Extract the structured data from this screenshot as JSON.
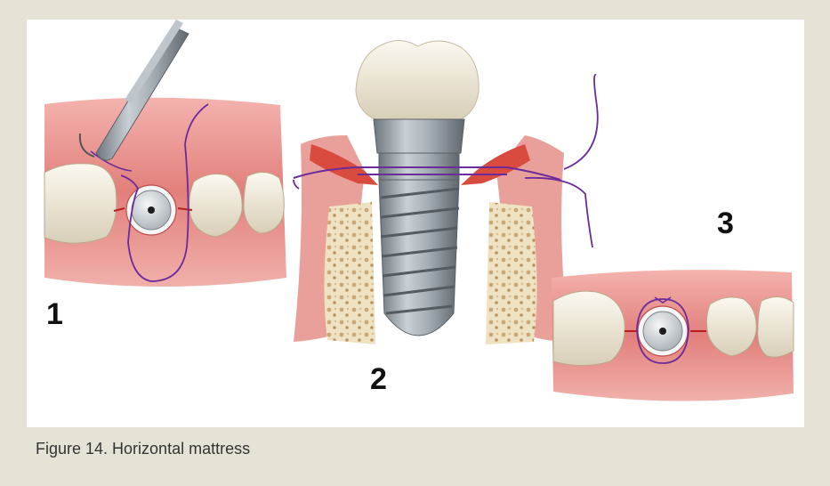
{
  "figure": {
    "caption": "Figure 14. Horizontal mattress",
    "steps": [
      {
        "label": "1"
      },
      {
        "label": "2"
      },
      {
        "label": "3"
      }
    ]
  },
  "colors": {
    "background": "#e6e3d6",
    "gum": "#e58a86",
    "gum_dark": "#c95a57",
    "suture": "#6b2b9a",
    "implant": "#9aa3aa",
    "tooth": "#efe8d8",
    "bone": "#f1e6c8"
  }
}
